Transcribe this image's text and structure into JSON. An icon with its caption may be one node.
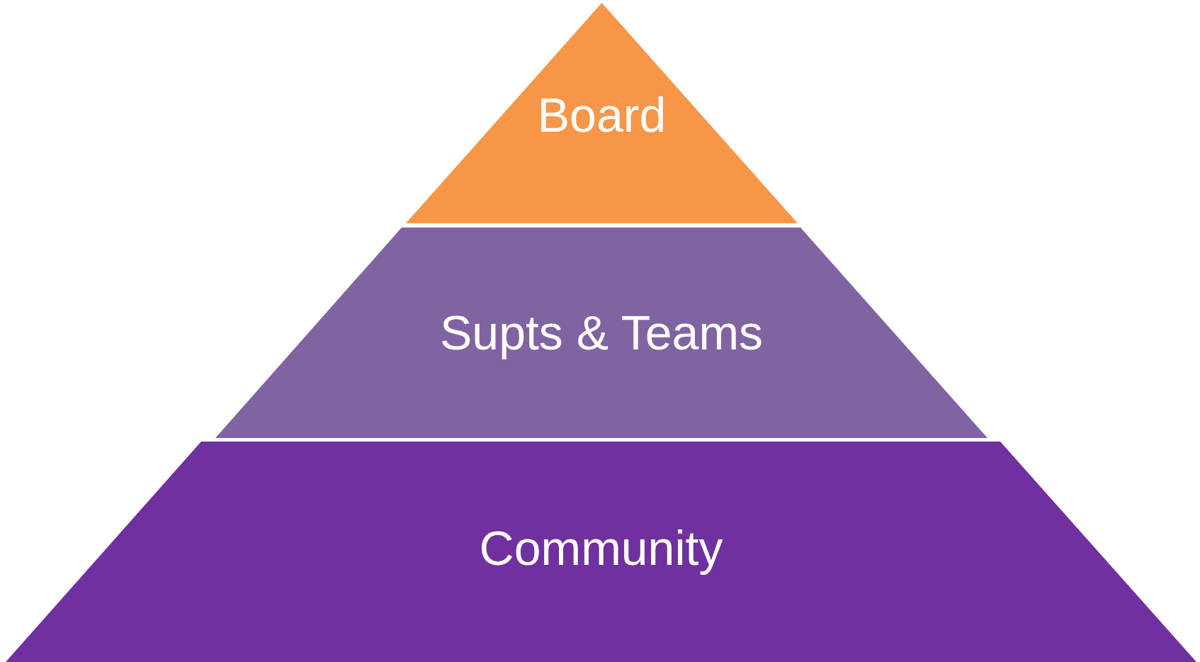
{
  "diagram": {
    "nodes": [
      {
        "text": [
          "Board"
        ]
      },
      {
        "text": [
          "Supts & Teams"
        ]
      },
      {
        "text": [
          "Community"
        ]
      }
    ]
  }
}
